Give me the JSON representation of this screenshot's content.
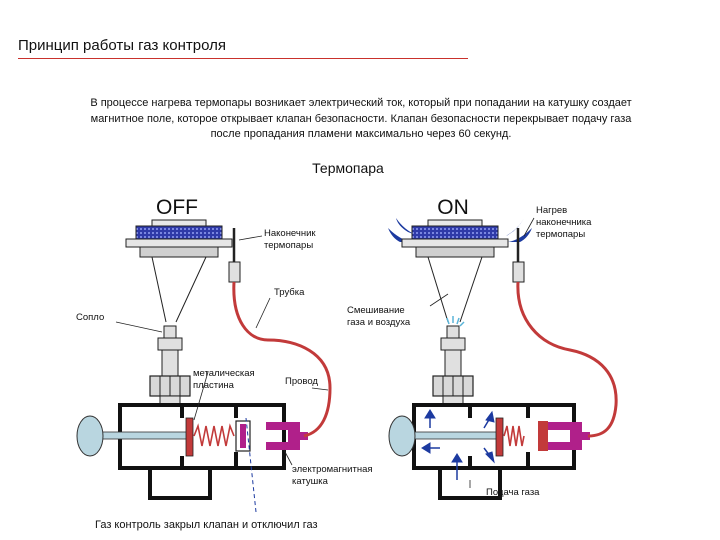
{
  "slide": {
    "title": "Принцип работы газ контроля",
    "description_lines": [
      "В процессе нагрева термопары возникает электрический ток, который при попадании на катушку создает",
      "магнитное поле, которое открывает клапан безопасности. Клапан безопасности перекрывает подачу газа",
      "после пропадания пламени максимально через 60 секунд."
    ]
  },
  "diagram": {
    "heading": "Термопара",
    "off": {
      "state_label": "OFF",
      "tip_label": [
        "Наконечник",
        "термопары"
      ],
      "tube_label": "Трубка",
      "nozzle_label": "Сопло",
      "plate_label": [
        "металическая",
        "пластина"
      ],
      "wire_label": "Провод",
      "coil_label": [
        "электромагнитная",
        "катушка"
      ],
      "caption": "Газ контроль закрыл клапан и отключил газ"
    },
    "on": {
      "state_label": "ON",
      "heating_label": [
        "Нагрев",
        "наконечника",
        "термопары"
      ],
      "mixing_label": [
        "Смешивание",
        "газа и воздуха"
      ],
      "gas_supply_label": "Подача газа"
    }
  },
  "colors": {
    "accent_rule": "#c9312c",
    "burner_blue": "#2f3aa8",
    "coil_magenta": "#b0208a",
    "wire_red": "#c23a3a",
    "valve_disk": "#b9d6e0",
    "flame_blue": "#1c3aa0"
  }
}
